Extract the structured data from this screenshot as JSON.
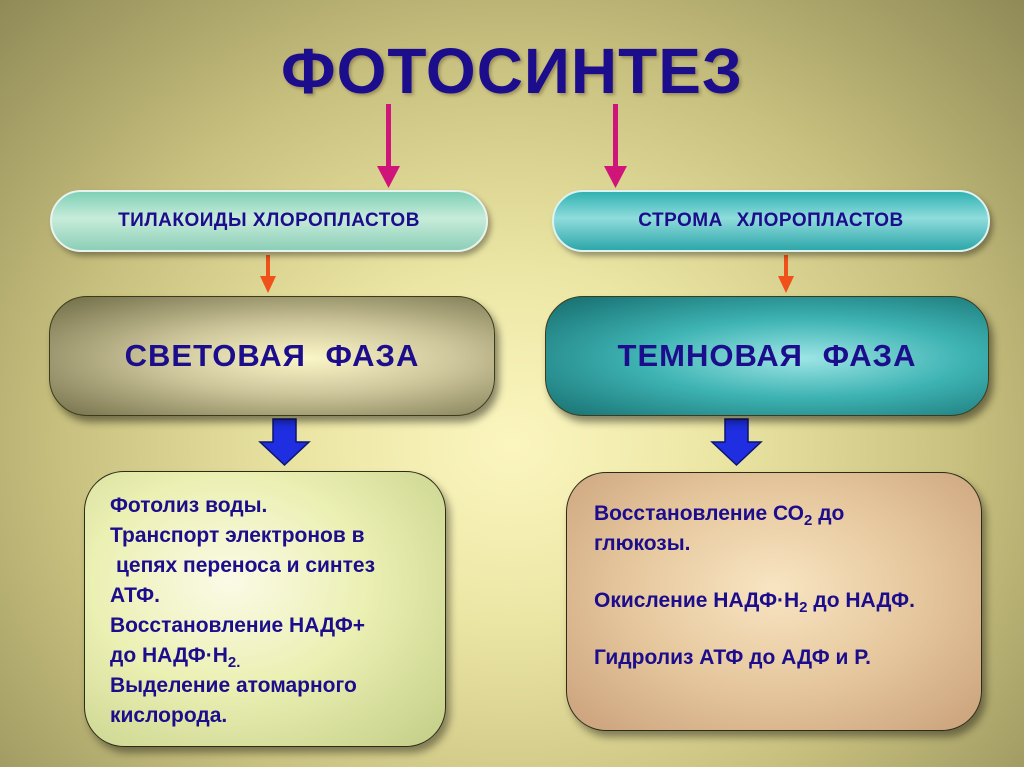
{
  "title": "ФОТОСИНТЕЗ",
  "locations": {
    "left": "ТИЛАКОИДЫ ХЛОРОПЛАСТОВ",
    "right": "СТРОМА ХЛОРОПЛАСТОВ"
  },
  "phases": {
    "light": "СВЕТОВАЯ ФАЗА",
    "dark": "ТЕМНОВАЯ ФАЗА"
  },
  "light_processes": {
    "line1": "Фотолиз воды.",
    "line2": "Транспорт электронов в",
    "line3": "цепях переноса и синтез",
    "line4": "АТФ.",
    "line5": "Восстановление НАДФ+",
    "line6_main": "до НАДФ·Н",
    "line6_sub": "2.",
    "line7": "Выделение атомарного",
    "line8": "кислорода."
  },
  "dark_processes": {
    "item1_a": "Восстановление СО",
    "item1_sub": "2",
    "item1_b": "до",
    "item1_line2": "глюкозы.",
    "item2_a": "Окисление НАДФ·Н",
    "item2_sub": "2",
    "item2_b": "до НАДФ.",
    "item3": "Гидролиз АТФ до АДФ и Р."
  },
  "colors": {
    "text": "#1c0d8c",
    "arrow_pink": "#d0157a",
    "arrow_orange": "#f0501a",
    "arrow_blue": "#1e2ee0"
  }
}
